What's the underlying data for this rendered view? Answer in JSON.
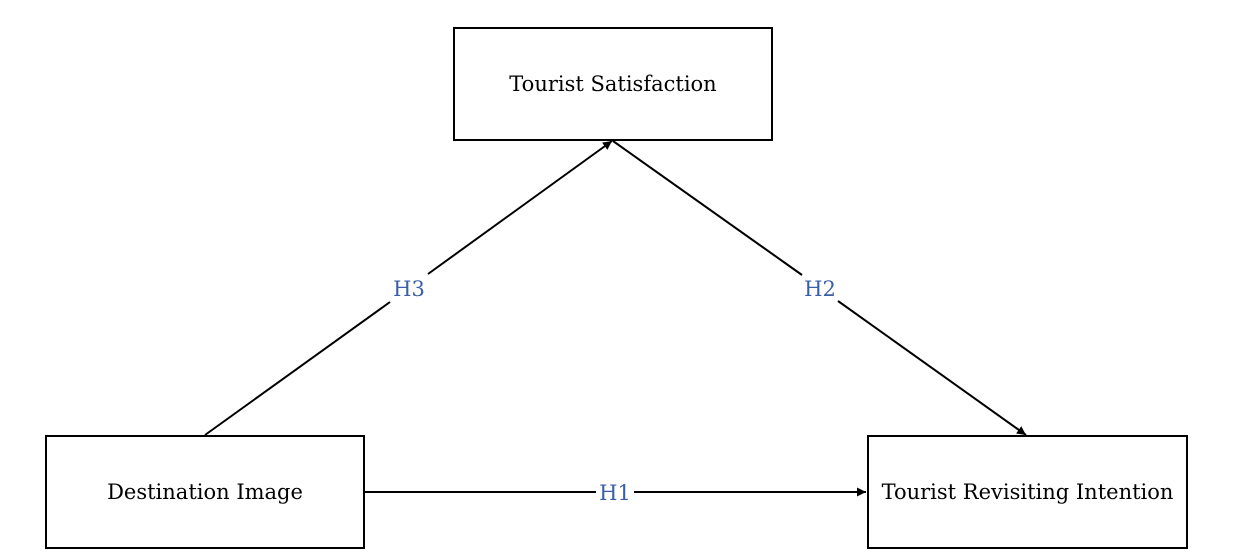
{
  "nodes": {
    "satisfaction": {
      "label": "Tourist Satisfaction"
    },
    "destination": {
      "label": "Destination Image"
    },
    "revisiting": {
      "label": "Tourist Revisiting Intention"
    }
  },
  "edges": [
    {
      "id": "h1",
      "label": "H1",
      "from": "destination",
      "to": "revisiting"
    },
    {
      "id": "h2",
      "label": "H2",
      "from": "satisfaction",
      "to": "revisiting"
    },
    {
      "id": "h3",
      "label": "H3",
      "from": "destination",
      "to": "satisfaction"
    }
  ],
  "colors": {
    "line": "#000000",
    "hypothesis_label": "#3a5ea8",
    "background": "#ffffff"
  }
}
